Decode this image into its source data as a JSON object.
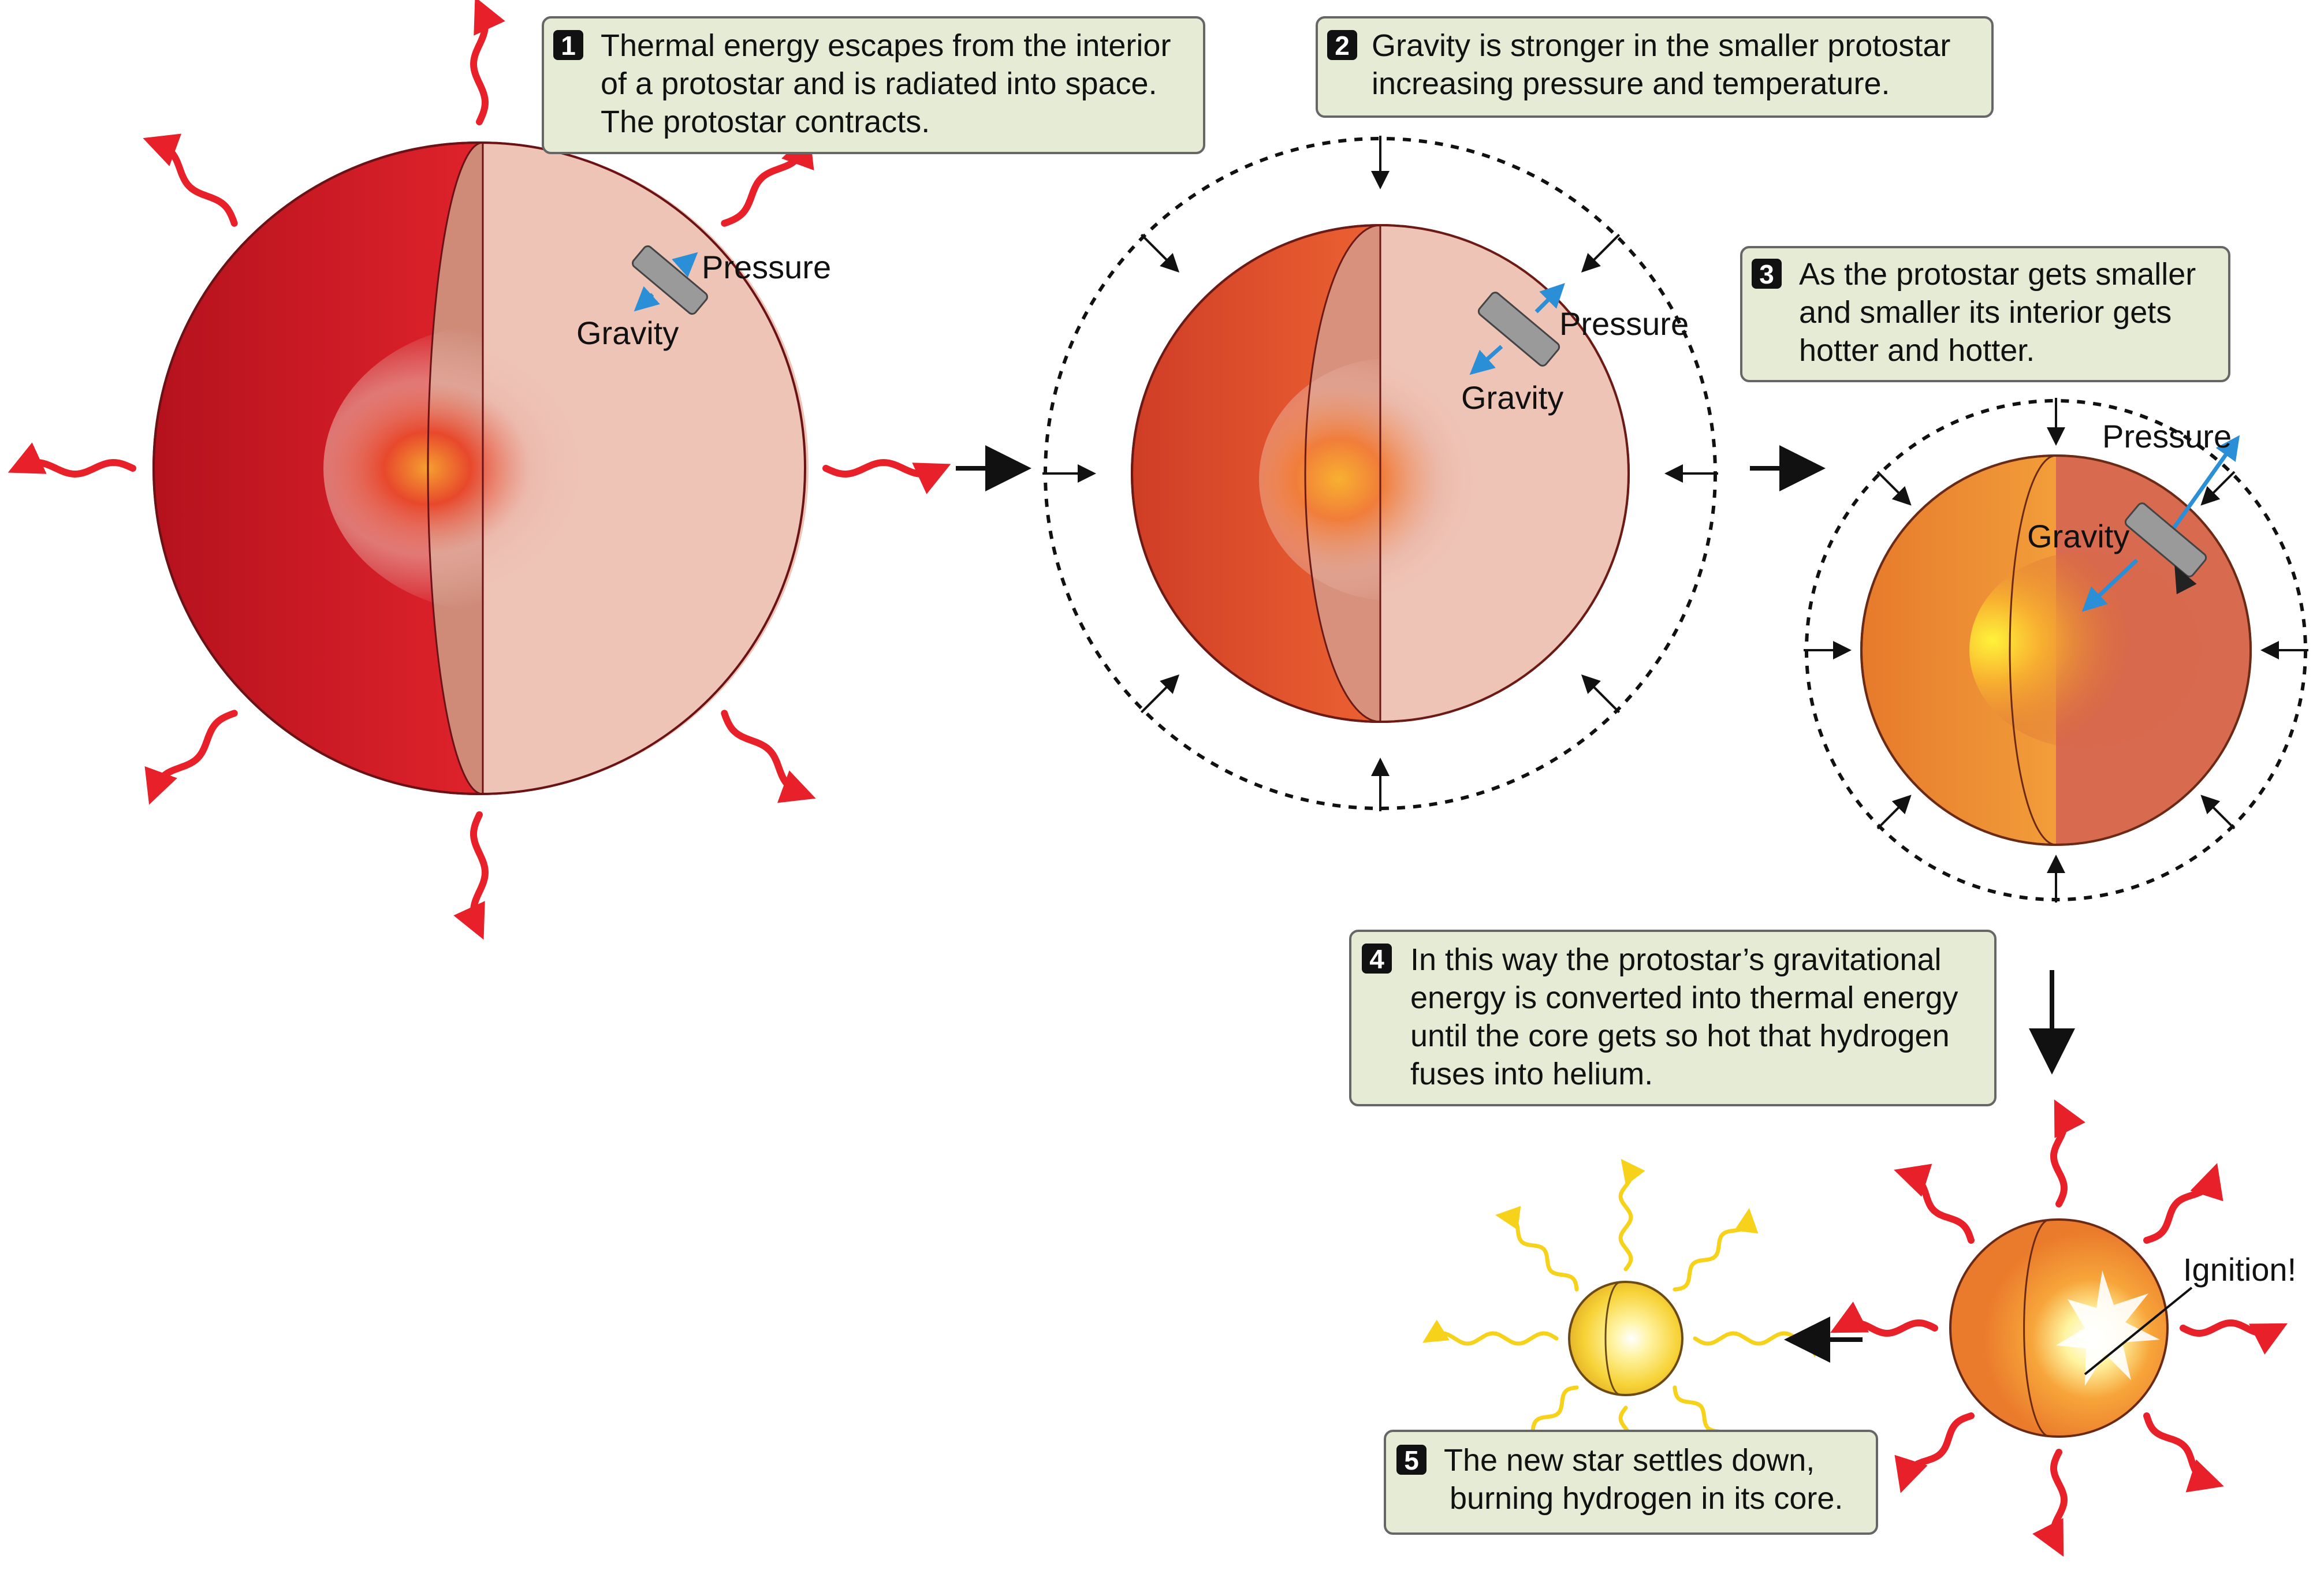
{
  "steps": [
    {
      "number": "1",
      "lines": [
        "Thermal energy escapes from the interior",
        "of a protostar and is radiated into space.",
        "The protostar contracts."
      ]
    },
    {
      "number": "2",
      "lines": [
        "Gravity is stronger in the smaller protostar",
        "increasing pressure and temperature."
      ]
    },
    {
      "number": "3",
      "lines": [
        "As the protostar gets smaller",
        "and smaller its interior gets",
        "hotter and hotter."
      ]
    },
    {
      "number": "4",
      "lines": [
        "In this way the protostar’s gravitational",
        "energy is converted into thermal energy",
        "until the core gets so hot that hydrogen",
        "fuses into helium."
      ]
    },
    {
      "number": "5",
      "lines": [
        "The new star settles down,",
        "burning hydrogen in its core."
      ]
    }
  ],
  "labels": {
    "pressure": "Pressure",
    "gravity": "Gravity",
    "ignition": "Ignition!"
  },
  "colors": {
    "box_fill": "#e6ebd5",
    "box_stroke": "#666666",
    "radiation_red": "#e8202a",
    "radiation_yellow": "#f7d21a",
    "gravity_arrow": "#2a8fd6"
  }
}
